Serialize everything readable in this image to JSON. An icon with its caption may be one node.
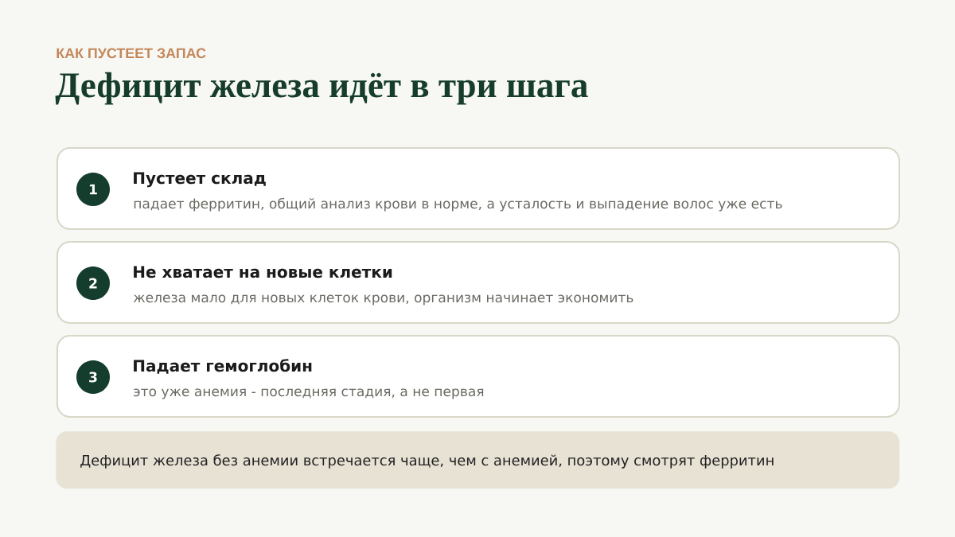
{
  "diagram": {
    "title": "Дефицит железа идёт в три шага",
    "nodes": [
      {
        "text": [
          "Пустеет склад",
          "падает ферритин, общий анализ крови в норме, а усталость и выпадение волос уже есть"
        ]
      },
      {
        "text": [
          "1"
        ],
        "in": 0
      },
      {
        "text": [
          "Не хватает на новые клетки",
          "железа мало для новых клеток крови, организм начинает экономить"
        ]
      },
      {
        "text": [
          "2"
        ],
        "in": 2
      },
      {
        "text": [
          "Падает гемоглобин",
          "это уже анемия - последняя стадия, а не первая"
        ]
      },
      {
        "text": [
          "3"
        ],
        "in": 4
      },
      {
        "text": [
          "Дефицит железа без анемии встречается чаще, чем с анемией, поэтому смотрят ферритин"
        ]
      }
    ],
    "labels": [
      "КАК ПУСТЕЕТ ЗАПАС"
    ]
  }
}
